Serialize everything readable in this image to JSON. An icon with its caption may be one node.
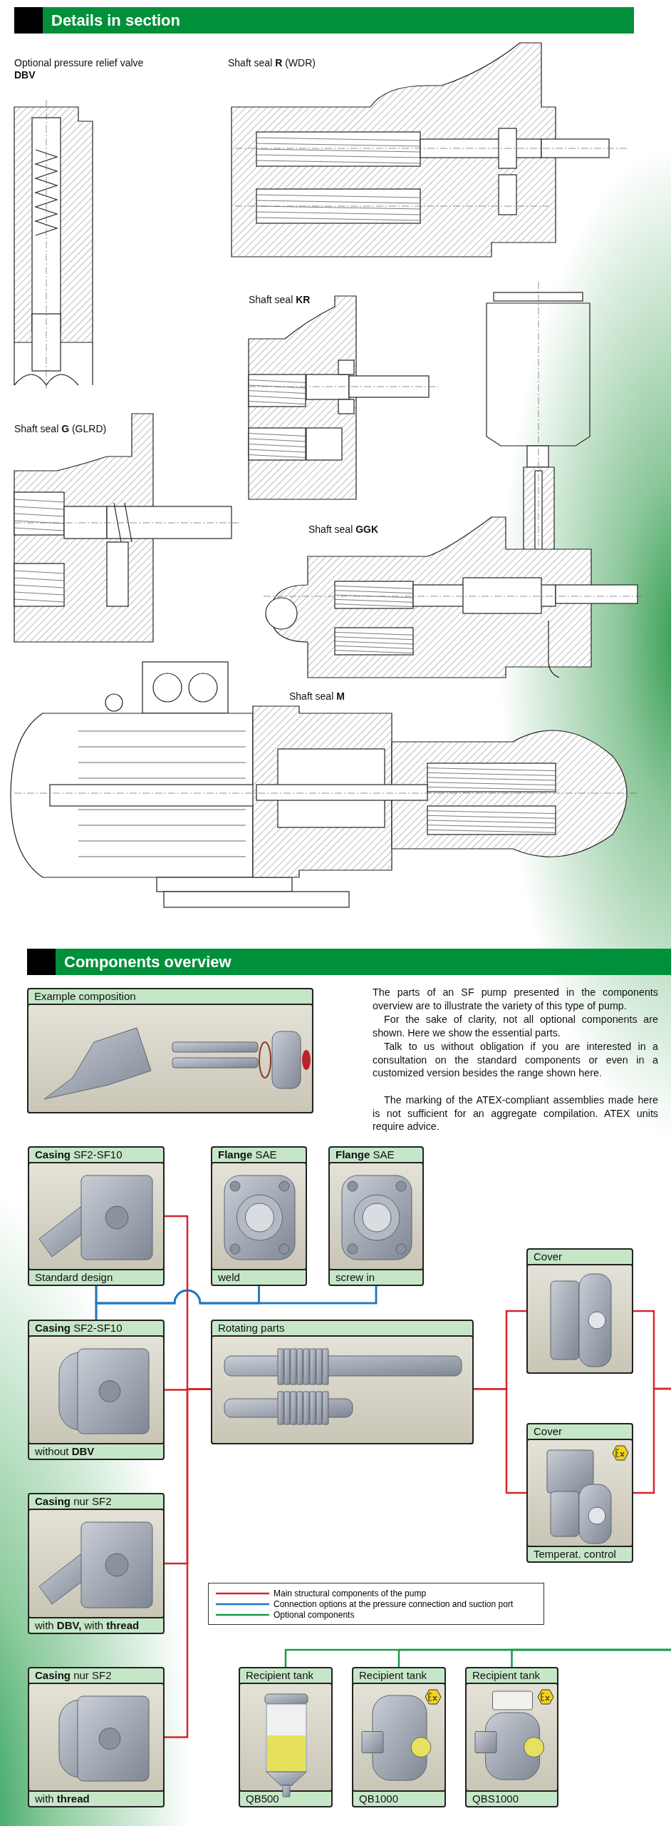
{
  "diagram": {
    "nodes": [
      {
        "text": [
          "Example composition"
        ]
      },
      {
        "text": [
          "**Casing** SF2-SF10",
          "Standard design"
        ]
      },
      {
        "text": [
          "**Flange** SAE",
          "weld"
        ]
      },
      {
        "text": [
          "**Flange** SAE",
          "screw in"
        ]
      },
      {
        "text": [
          "**Casing** SF2-SF10",
          "without **DBV**"
        ]
      },
      {
        "text": [
          "Rotating parts"
        ]
      },
      {
        "text": [
          "Cover"
        ]
      },
      {
        "text": [
          "Cover",
          "Temperat. control"
        ]
      },
      {
        "text": [
          "**Casing** nur SF2",
          "with **DBV,** with **thread**"
        ]
      },
      {
        "text": [
          "**Casing** nur SF2",
          "with **thread**"
        ]
      },
      {
        "text": [
          "Recipient tank",
          "QB500"
        ]
      },
      {
        "text": [
          "Recipient tank",
          "QB1000"
        ]
      },
      {
        "text": [
          "Recipient tank",
          "QBS1000"
        ]
      }
    ],
    "edges": [
      {
        "from": 1,
        "to": 4,
        "arrow": "none",
        "color": "#1f78c1"
      },
      {
        "from": 1,
        "to": 2,
        "arrow": "none",
        "color": "#1f78c1"
      },
      {
        "from": 1,
        "to": 3,
        "arrow": "none",
        "color": "#1f78c1"
      },
      {
        "from": 4,
        "to": 2,
        "arrow": "none",
        "color": "#1f78c1"
      },
      {
        "from": 4,
        "to": 3,
        "arrow": "none",
        "color": "#1f78c1"
      },
      {
        "from": 1,
        "to": 5,
        "arrow": "none"
      },
      {
        "from": 4,
        "to": 5,
        "arrow": "none"
      },
      {
        "from": 8,
        "to": 5,
        "arrow": "none"
      },
      {
        "from": 9,
        "to": 5,
        "arrow": "none"
      },
      {
        "from": 5,
        "to": 6,
        "arrow": "none"
      },
      {
        "from": 5,
        "to": 7,
        "arrow": "none"
      },
      {
        "from": 6,
        "to": null,
        "arrow": "none"
      },
      {
        "from": 7,
        "to": null,
        "arrow": "none"
      },
      {
        "from": 10,
        "to": null,
        "arrow": "none",
        "color": "#1b9a4b"
      },
      {
        "from": 11,
        "to": null,
        "arrow": "none",
        "color": "#1b9a4b"
      },
      {
        "from": 12,
        "to": null,
        "arrow": "none",
        "color": "#1b9a4b"
      }
    ],
    "labels": [
      "Details in section",
      "Optional pressure relief valve **DBV**",
      "Shaft seal **R** (WDR)",
      "Shaft seal **KR**",
      "Shaft seal **G** (GLRD)",
      "Shaft seal **GGK**",
      "Shaft seal **M**",
      "Components overview",
      "The parts of an SF pump presented in the components overview are to illustrate the variety of this type of pump.",
      "For the sake of clarity, not all optional components are shown. Here we show the essential parts.",
      "Talk to us without obligation if you are interested in a consultation on the standard components or even in a customized version besides the range shown here.",
      "The marking of the ATEX-compliant assemblies made here is not sufficient for an aggregate compilation. ATEX units require advice."
    ],
    "legend": [
      {
        "text": "Main structural components of the pump"
      },
      {
        "text": "Connection options at the pressure connection and suction port"
      },
      {
        "text": "Optional components"
      }
    ]
  }
}
